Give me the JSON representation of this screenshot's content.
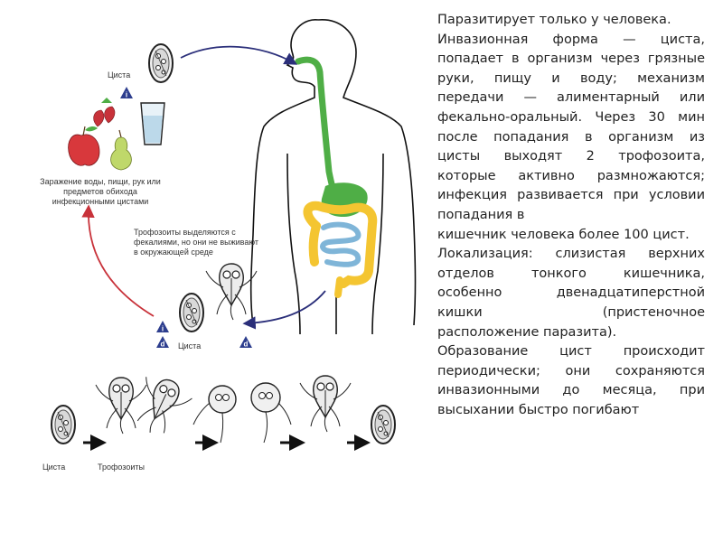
{
  "labels": {
    "cyst_top": "Циста",
    "infection": "Заражение воды, пищи, рук или предметов обихода инфекционными цистами",
    "trophozoites_excreted": "Трофозоиты выделяются с фекалиями, но они не выживают в окружающей среде",
    "cyst_bottom": "Циста",
    "strip_cyst": "Циста",
    "strip_trophozoites": "Трофозоиты"
  },
  "badges": {
    "infective": "i",
    "diagnostic": "d"
  },
  "description": [
    "Паразитирует только у человека.",
    "Инвазионная форма — циста,",
    "попадает в организм через грязные",
    "руки, пищу и воду; механизм",
    "передачи — алиментарный или",
    "фекально-оральный. Через 30 мин",
    "после попадания в организм из",
    "цисты выходят 2 трофозоита,",
    "которые активно размножаются;",
    "инфекция развивается при условии",
    "попадания в",
    "кишечник человека более 100 цист.",
    "Локализация: слизистая верхних",
    "отделов тонкого кишечника,",
    "особенно двенадцатиперстной",
    "кишки (пристеночное",
    "расположение паразита).",
    "Образование цист происходит",
    "периодически; они сохраняются",
    "инвазионными до месяца, при",
    "высыхании быстро погибают"
  ],
  "colors": {
    "digestive_green": "#4fae46",
    "intestine_yellow": "#f4c531",
    "small_intestine_blue": "#7fb5d8",
    "arrow_navy": "#2b2f7a",
    "arrow_red": "#c8323a",
    "badge_blue": "#2d3e8e"
  }
}
